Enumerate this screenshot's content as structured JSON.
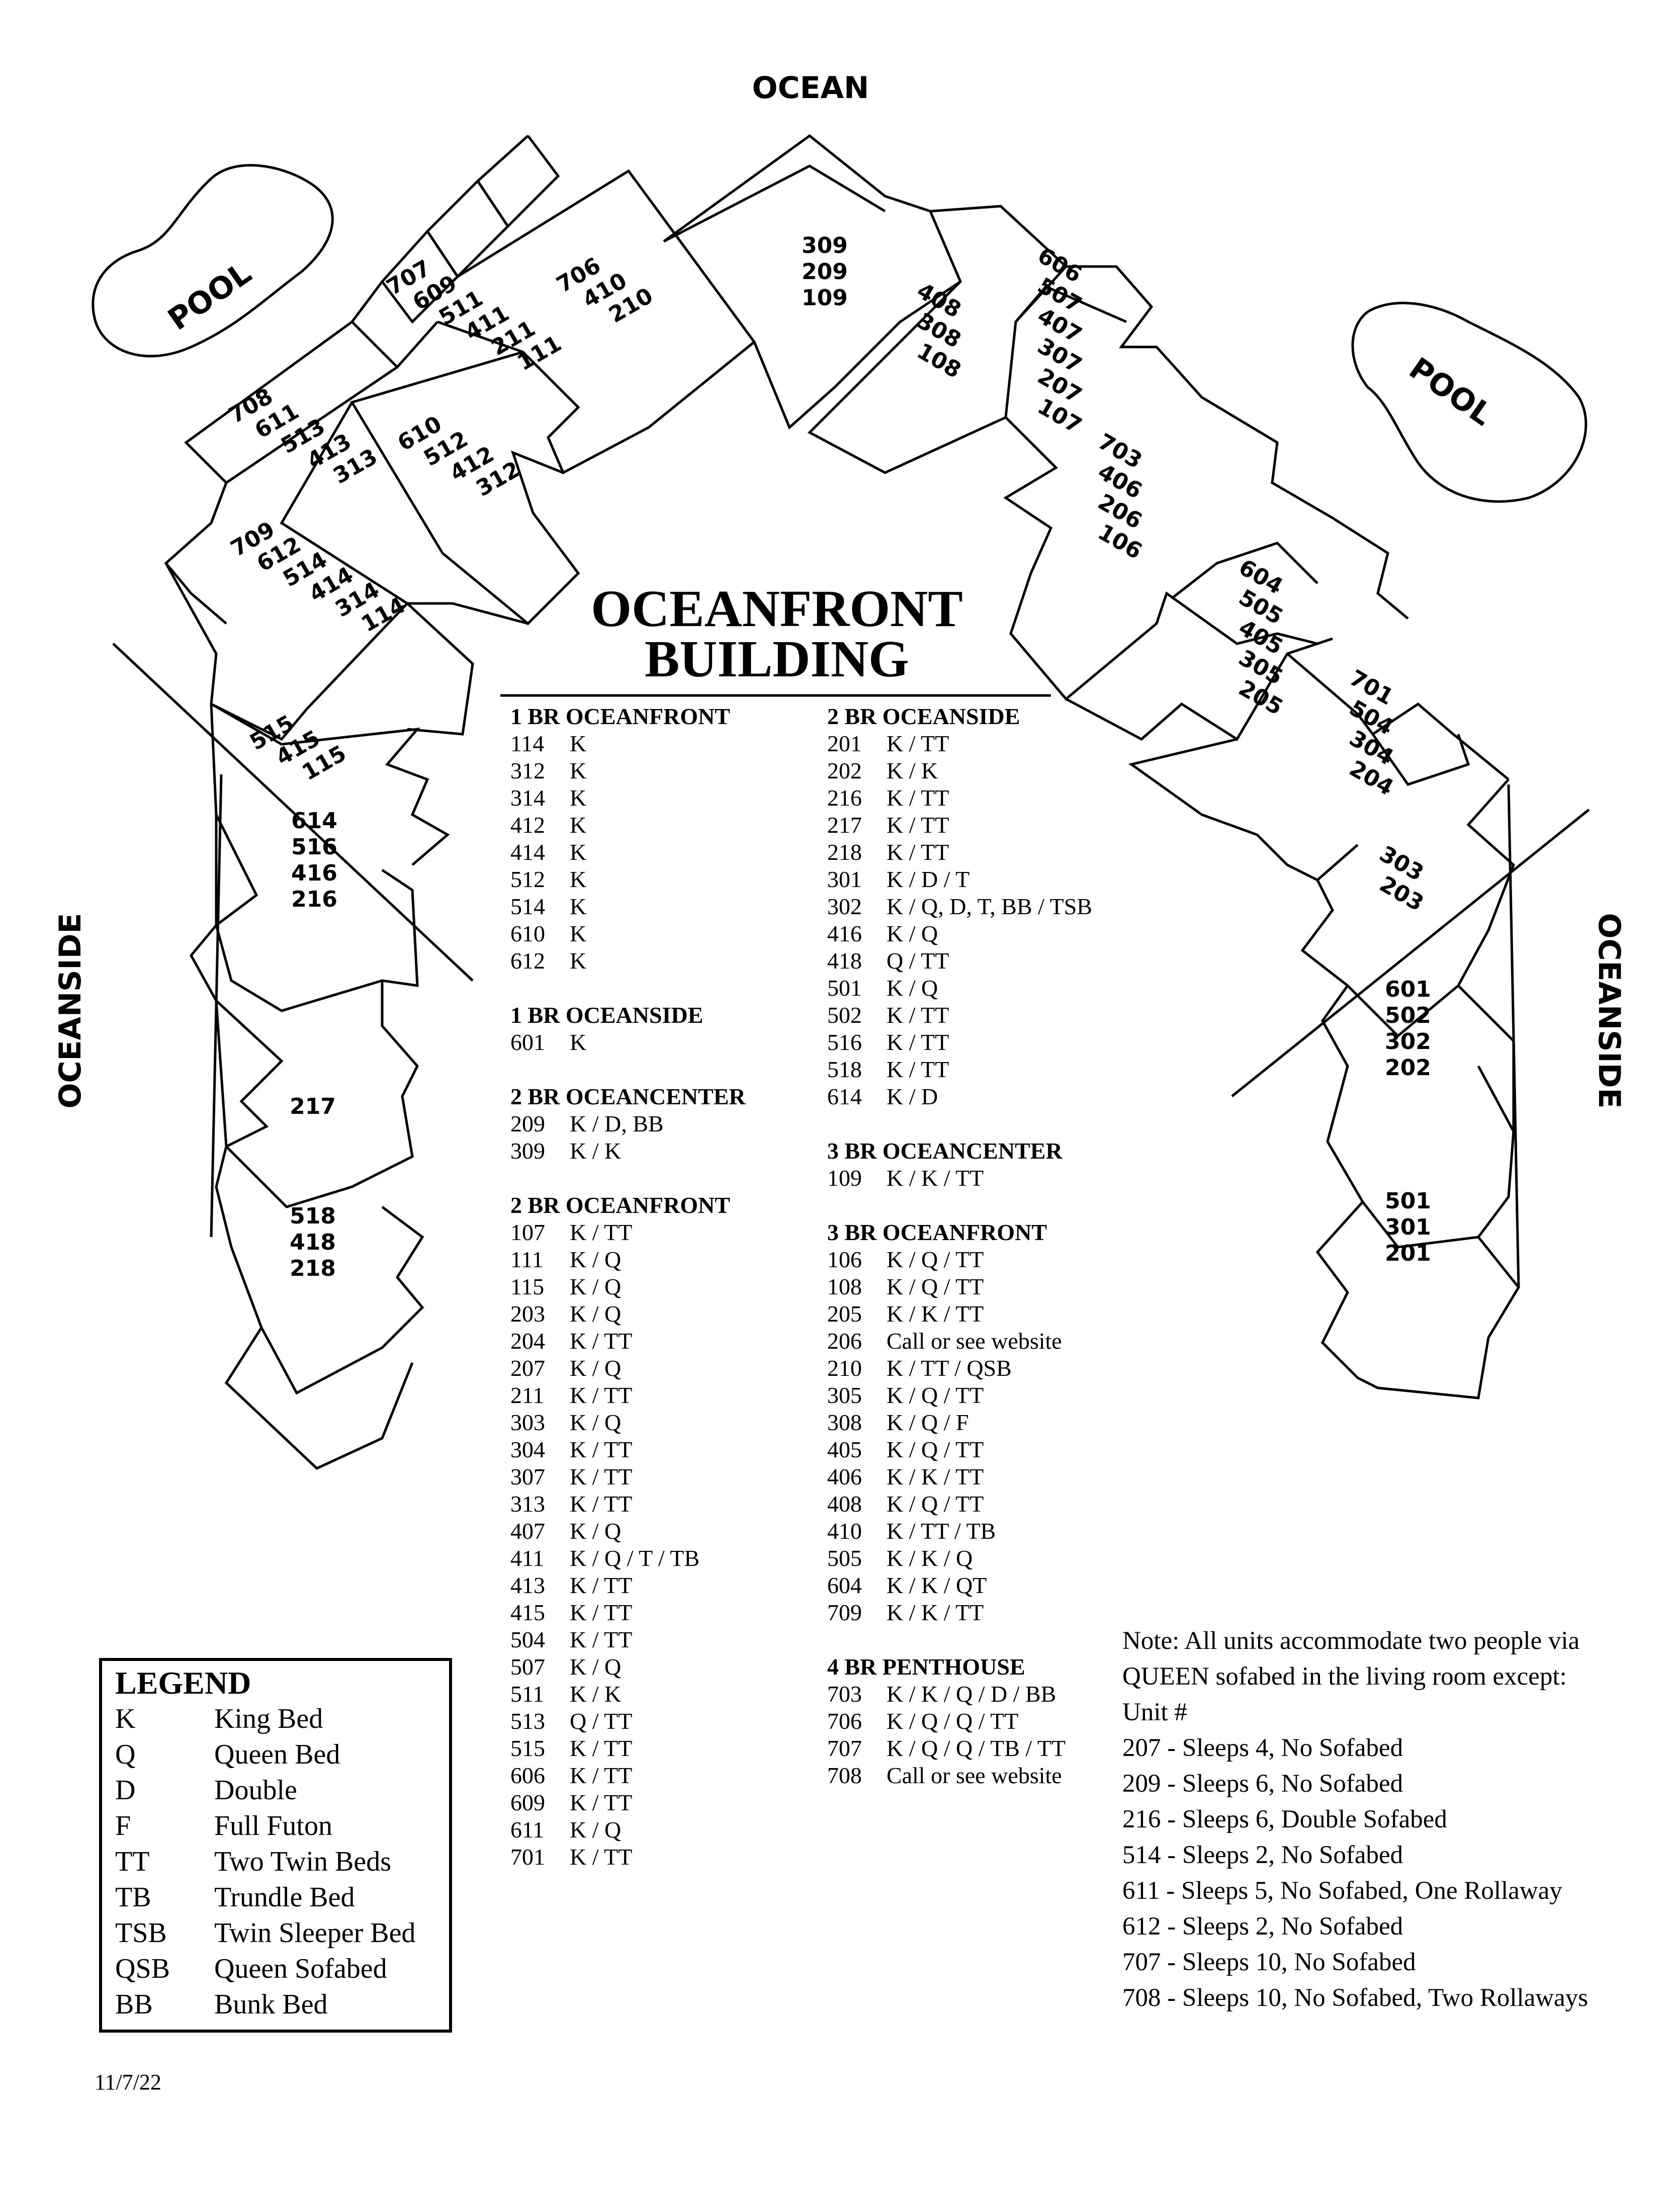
{
  "compass": {
    "top": "OCEAN",
    "left": "OCEANSIDE",
    "right": "OCEANSIDE"
  },
  "pools": [
    {
      "label": "POOL"
    },
    {
      "label": "POOL"
    }
  ],
  "building": {
    "title_line1": "OCEANFRONT",
    "title_line2": "BUILDING"
  },
  "unit_groups": [
    "707 609 511 411 211 111",
    "706 410 210",
    "309 209 109",
    "408 308 108",
    "606 507 407 307 207 107",
    "708 611 513 413 313",
    "610 512 412 312",
    "703 406 206 106",
    "709 612 514 414 314 114",
    "604 505 405 305 205",
    "515 415 115",
    "701 504 304 204",
    "614 516 416 216",
    "303 203",
    "601 502 302 202",
    "217",
    "518 418 218",
    "501 301 201"
  ],
  "unit_list_left": [
    {
      "header": "1 BR OCEANFRONT",
      "rows": [
        [
          "114",
          "K"
        ],
        [
          "312",
          "K"
        ],
        [
          "314",
          "K"
        ],
        [
          "412",
          "K"
        ],
        [
          "414",
          "K"
        ],
        [
          "512",
          "K"
        ],
        [
          "514",
          "K"
        ],
        [
          "610",
          "K"
        ],
        [
          "612",
          "K"
        ]
      ]
    },
    {
      "header": "1 BR OCEANSIDE",
      "rows": [
        [
          "601",
          "K"
        ]
      ]
    },
    {
      "header": "2 BR OCEANCENTER",
      "rows": [
        [
          "209",
          "K / D, BB"
        ],
        [
          "309",
          "K / K"
        ]
      ]
    },
    {
      "header": "2 BR OCEANFRONT",
      "rows": [
        [
          "107",
          "K / TT"
        ],
        [
          "111",
          "K / Q"
        ],
        [
          "115",
          "K / Q"
        ],
        [
          "203",
          "K / Q"
        ],
        [
          "204",
          "K / TT"
        ],
        [
          "207",
          "K / Q"
        ],
        [
          "211",
          "K / TT"
        ],
        [
          "303",
          "K / Q"
        ],
        [
          "304",
          "K / TT"
        ],
        [
          "307",
          "K / TT"
        ],
        [
          "313",
          "K / TT"
        ],
        [
          "407",
          "K / Q"
        ],
        [
          "411",
          "K / Q / T / TB"
        ],
        [
          "413",
          "K / TT"
        ],
        [
          "415",
          "K / TT"
        ],
        [
          "504",
          "K / TT"
        ],
        [
          "507",
          "K / Q"
        ],
        [
          "511",
          "K / K"
        ],
        [
          "513",
          "Q / TT"
        ],
        [
          "515",
          "K / TT"
        ],
        [
          "606",
          "K / TT"
        ],
        [
          "609",
          "K / TT"
        ],
        [
          "611",
          "K / Q"
        ],
        [
          "701",
          "K / TT"
        ]
      ]
    }
  ],
  "unit_list_right": [
    {
      "header": "2 BR OCEANSIDE",
      "rows": [
        [
          "201",
          "K / TT"
        ],
        [
          "202",
          "K / K"
        ],
        [
          "216",
          "K / TT"
        ],
        [
          "217",
          "K / TT"
        ],
        [
          "218",
          "K / TT"
        ],
        [
          "301",
          "K / D / T"
        ],
        [
          "302",
          "K / Q, D, T, BB / TSB"
        ],
        [
          "416",
          "K / Q"
        ],
        [
          "418",
          "Q / TT"
        ],
        [
          "501",
          "K / Q"
        ],
        [
          "502",
          "K / TT"
        ],
        [
          "516",
          "K / TT"
        ],
        [
          "518",
          "K / TT"
        ],
        [
          "614",
          "K / D"
        ]
      ]
    },
    {
      "header": "3 BR OCEANCENTER",
      "rows": [
        [
          "109",
          "K / K / TT"
        ]
      ]
    },
    {
      "header": "3 BR OCEANFRONT",
      "rows": [
        [
          "106",
          "K / Q / TT"
        ],
        [
          "108",
          "K / Q / TT"
        ],
        [
          "205",
          "K / K / TT"
        ],
        [
          "206",
          "Call or see website"
        ],
        [
          "210",
          "K / TT / QSB"
        ],
        [
          "305",
          "K / Q / TT"
        ],
        [
          "308",
          "K / Q / F"
        ],
        [
          "405",
          "K / Q / TT"
        ],
        [
          "406",
          "K / K / TT"
        ],
        [
          "408",
          "K / Q / TT"
        ],
        [
          "410",
          "K / TT / TB"
        ],
        [
          "505",
          "K / K / Q"
        ],
        [
          "604",
          "K / K / QT"
        ],
        [
          "709",
          "K / K / TT"
        ]
      ]
    },
    {
      "header": "4 BR PENTHOUSE",
      "rows": [
        [
          "703",
          "K / K / Q / D / BB"
        ],
        [
          "706",
          "K / Q / Q / TT"
        ],
        [
          "707",
          "K / Q / Q / TB / TT"
        ],
        [
          "708",
          "Call or see website"
        ]
      ]
    }
  ],
  "legend": {
    "title": "LEGEND",
    "items": [
      [
        "K",
        "King Bed"
      ],
      [
        "Q",
        "Queen Bed"
      ],
      [
        "D",
        "Double"
      ],
      [
        "F",
        "Full Futon"
      ],
      [
        "TT",
        "Two Twin Beds"
      ],
      [
        "TB",
        "Trundle Bed"
      ],
      [
        "TSB",
        "Twin Sleeper Bed"
      ],
      [
        "QSB",
        "Queen Sofabed"
      ],
      [
        "BB",
        "Bunk Bed"
      ]
    ]
  },
  "note": {
    "lines": [
      "Note: All units accommodate two people via",
      "QUEEN sofabed in the living room except:",
      "Unit #",
      "207 - Sleeps 4, No Sofabed",
      "209 - Sleeps 6, No Sofabed",
      "216 - Sleeps 6, Double Sofabed",
      "514 - Sleeps 2, No Sofabed",
      "611 - Sleeps 5, No Sofabed, One Rollaway",
      "612 - Sleeps 2, No Sofabed",
      "707 - Sleeps 10, No Sofabed",
      "708 - Sleeps 10, No Sofabed, Two Rollaways"
    ]
  },
  "date": "11/7/22"
}
